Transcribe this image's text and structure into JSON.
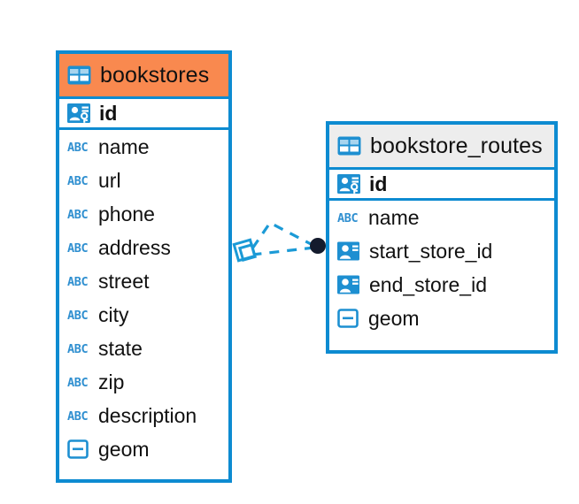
{
  "diagram": {
    "kind": "database-er-diagram",
    "colors": {
      "accent_blue": "#0d8bd1",
      "header_orange": "#f9894f",
      "header_gray": "#ededed",
      "connector_blue": "#1b9ad6",
      "endpoint_dark": "#111827",
      "background": "#ffffff",
      "text": "#111111"
    },
    "entities": [
      {
        "id": "bookstores",
        "name": "bookstores",
        "header_icon": "table-icon",
        "header_style": "orange",
        "fields": [
          {
            "name": "id",
            "type": "primary-key",
            "icon": "primary-key-icon"
          },
          {
            "name": "name",
            "type": "text",
            "icon": "abc-text-icon"
          },
          {
            "name": "url",
            "type": "text",
            "icon": "abc-text-icon"
          },
          {
            "name": "phone",
            "type": "text",
            "icon": "abc-text-icon"
          },
          {
            "name": "address",
            "type": "text",
            "icon": "abc-text-icon"
          },
          {
            "name": "street",
            "type": "text",
            "icon": "abc-text-icon"
          },
          {
            "name": "city",
            "type": "text",
            "icon": "abc-text-icon"
          },
          {
            "name": "state",
            "type": "text",
            "icon": "abc-text-icon"
          },
          {
            "name": "zip",
            "type": "text",
            "icon": "abc-text-icon"
          },
          {
            "name": "description",
            "type": "text",
            "icon": "abc-text-icon"
          },
          {
            "name": "geom",
            "type": "geometry",
            "icon": "geometry-icon"
          }
        ]
      },
      {
        "id": "bookstore_routes",
        "name": "bookstore_routes",
        "header_icon": "table-icon",
        "header_style": "gray",
        "fields": [
          {
            "name": "id",
            "type": "primary-key",
            "icon": "primary-key-icon"
          },
          {
            "name": "name",
            "type": "text",
            "icon": "abc-text-icon"
          },
          {
            "name": "start_store_id",
            "type": "foreign-key",
            "icon": "foreign-key-icon"
          },
          {
            "name": "end_store_id",
            "type": "foreign-key",
            "icon": "foreign-key-icon"
          },
          {
            "name": "geom",
            "type": "geometry",
            "icon": "geometry-icon"
          }
        ]
      }
    ],
    "relationships": [
      {
        "id": "rel-start-store",
        "from_entity": "bookstore_routes",
        "from_field": "start_store_id",
        "to_entity": "bookstores",
        "to_field": "id",
        "line_style": "dashed",
        "source_endpoint": "filled-circle",
        "target_endpoint": "double-diamond"
      },
      {
        "id": "rel-end-store",
        "from_entity": "bookstore_routes",
        "from_field": "end_store_id",
        "to_entity": "bookstores",
        "to_field": "id",
        "line_style": "dashed",
        "source_endpoint": "filled-circle",
        "target_endpoint": "double-diamond"
      }
    ]
  }
}
